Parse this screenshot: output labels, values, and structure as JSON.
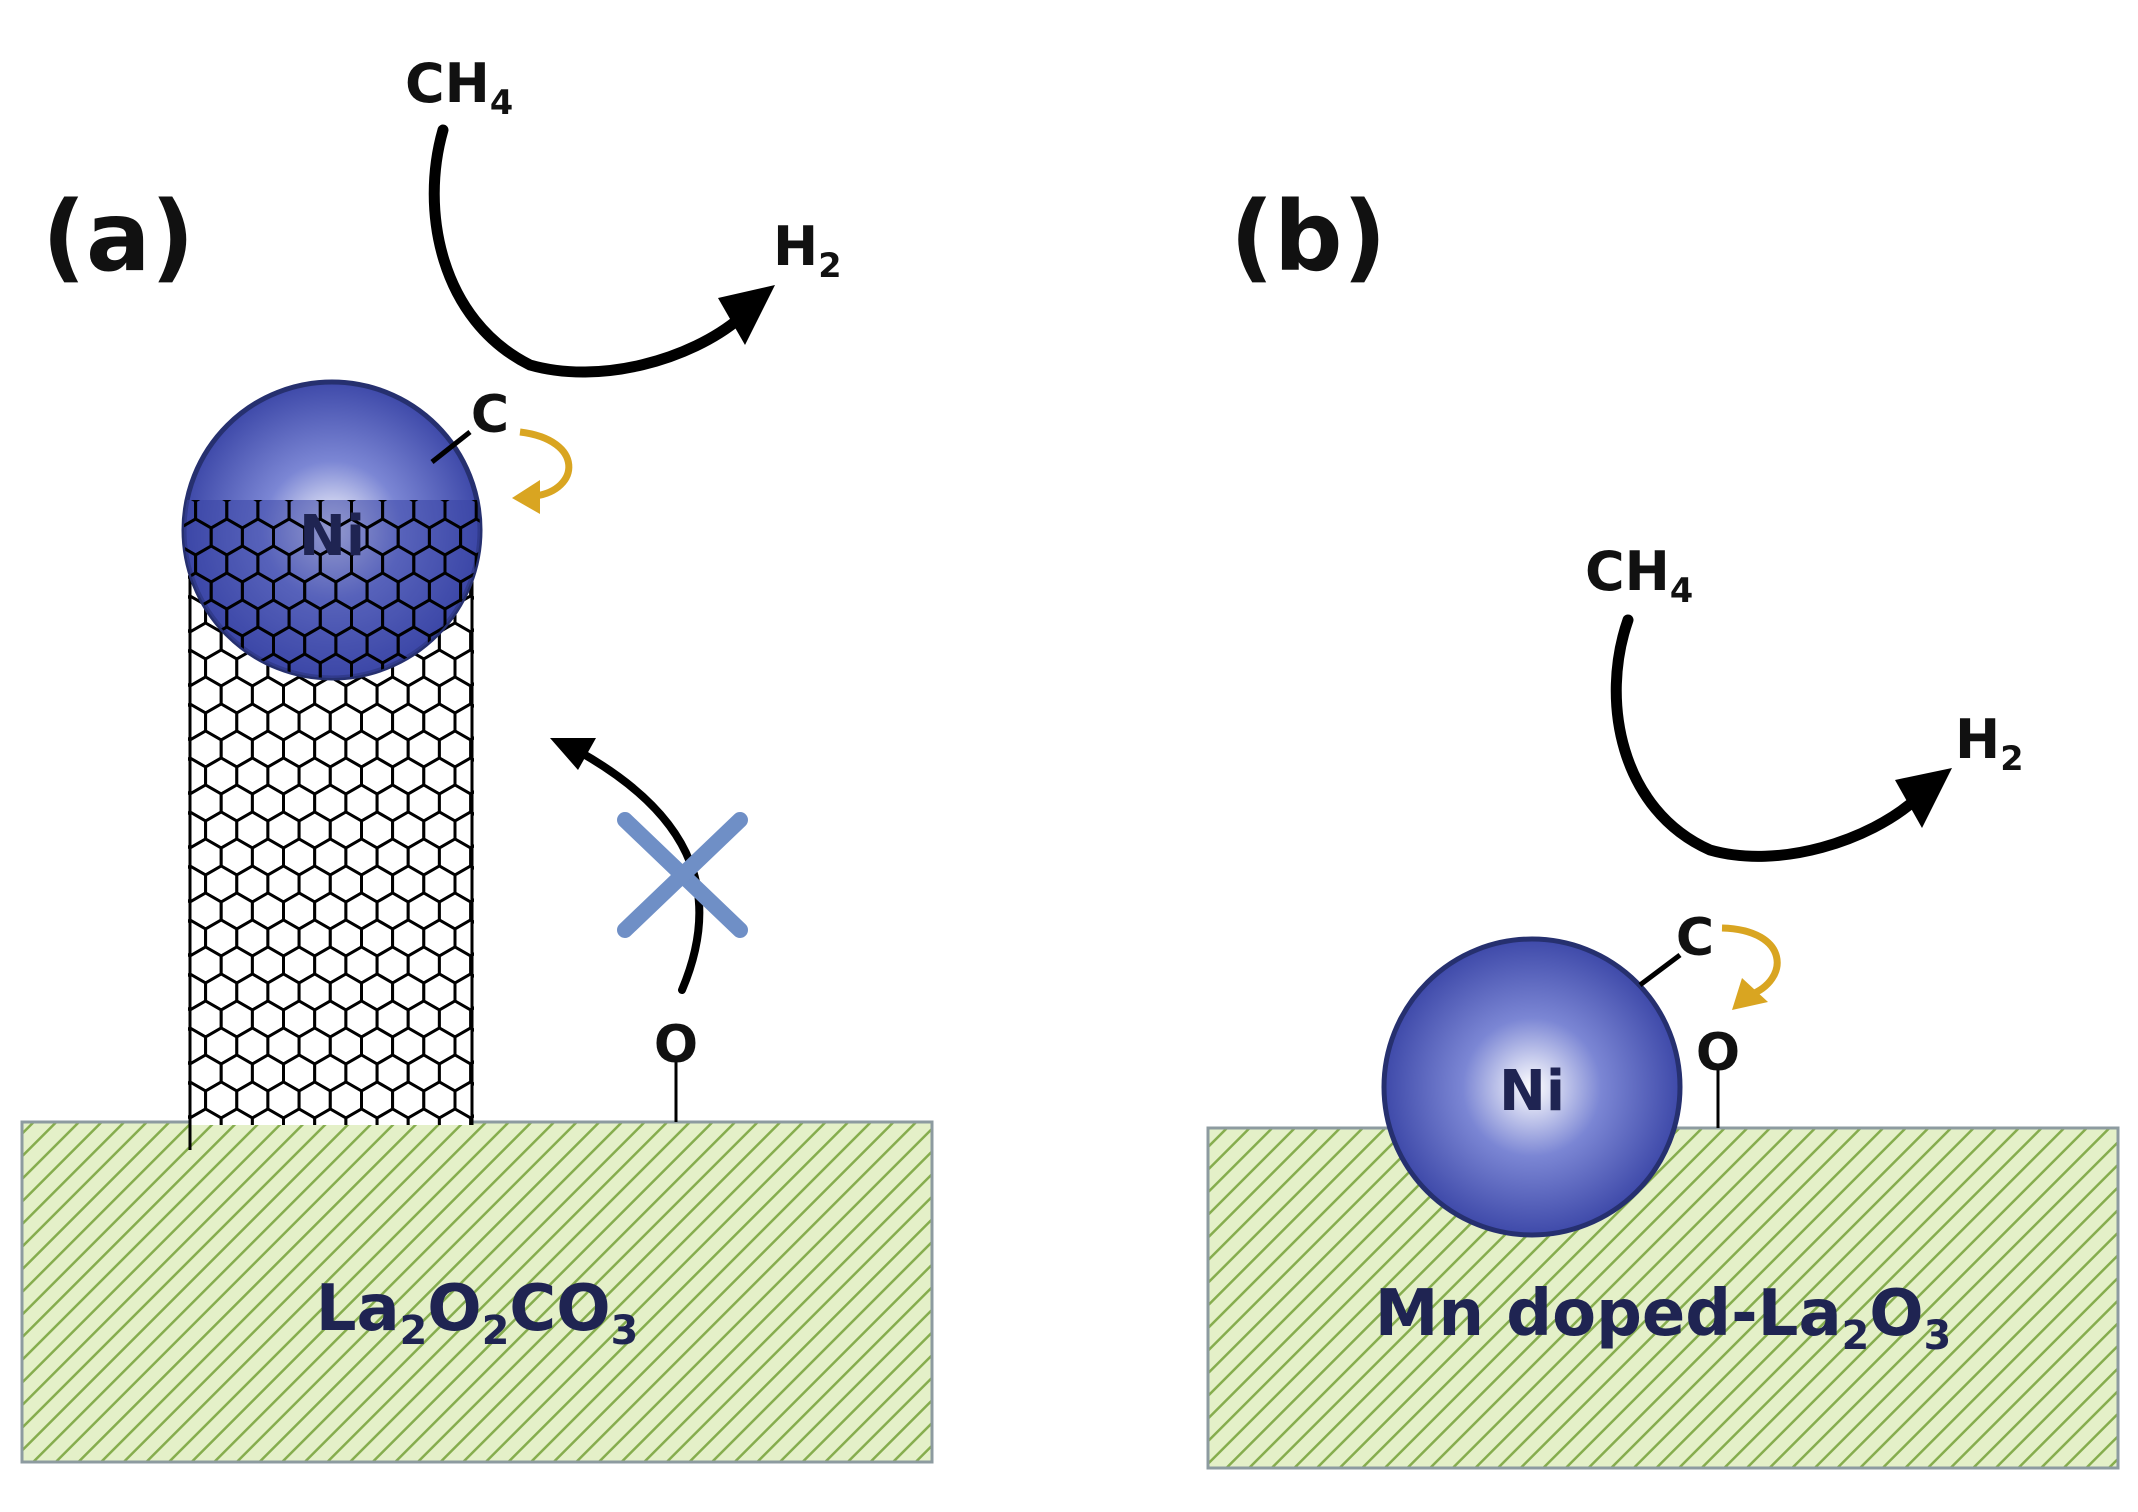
{
  "panels": {
    "a": {
      "label": "(a)",
      "methane": {
        "main": "CH",
        "sub": "4"
      },
      "hydrogen": {
        "main": "H",
        "sub": "2"
      },
      "carbon_atom": "C",
      "oxygen_atom": "O",
      "particle": "Ni",
      "support": {
        "p1": "La",
        "s1": "2",
        "p2": "O",
        "s2": "2",
        "p3": "CO",
        "s3": "3"
      }
    },
    "b": {
      "label": "(b)",
      "methane": {
        "main": "CH",
        "sub": "4"
      },
      "hydrogen": {
        "main": "H",
        "sub": "2"
      },
      "carbon_atom": "C",
      "oxygen_atom": "O",
      "particle": "Ni",
      "support": {
        "p1": "Mn doped-La",
        "s1": "2",
        "p2": "O",
        "s2": "3"
      }
    }
  },
  "colors": {
    "support_fill": "#e4f0c8",
    "support_hatch": "#86ad4e",
    "support_border": "#8d9ba0",
    "ni_center": "#ffffff",
    "ni_mid": "#7b86d4",
    "ni_edge": "#3a45a6",
    "ni_border": "#26306f",
    "blocked_cross": "#6f8fc6",
    "oxygen_transfer_arrow": "#d9a521",
    "arrow_black": "#000000"
  },
  "icons": {
    "blocked": "cross-icon",
    "carbon_transfer": "curved-arrow-icon",
    "reaction": "curved-arrow-icon"
  }
}
